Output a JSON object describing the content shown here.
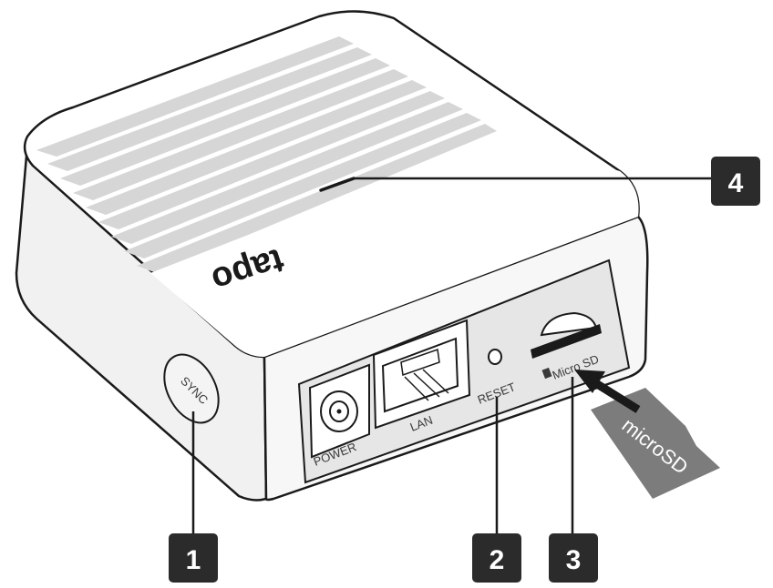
{
  "brand": "tapo",
  "ports": {
    "sync": "SYNC",
    "power": "POWER",
    "lan": "LAN",
    "reset": "RESET",
    "micro_sd": "Micro SD"
  },
  "card_label": "microSD",
  "callouts": {
    "one": "1",
    "two": "2",
    "three": "3",
    "four": "4"
  },
  "colors": {
    "callout_bg": "#2b2b2b",
    "outline": "#1a1a1a",
    "card": "#7c7c7c",
    "panel": "#e6e6e6"
  }
}
